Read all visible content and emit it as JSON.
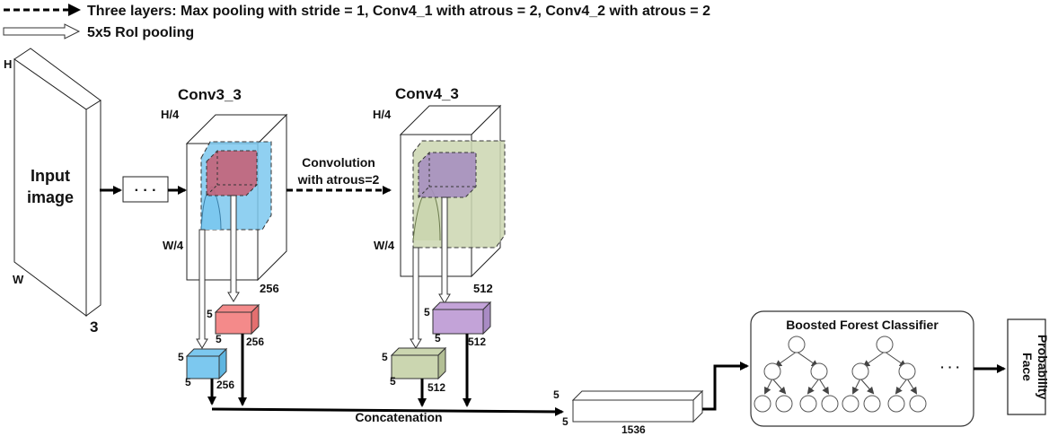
{
  "legend": {
    "dashed_text": "Three layers: Max pooling with stride = 1, Conv4_1 with atrous = 2, Conv4_2 with atrous = 2",
    "hollow_text": "5x5 RoI pooling"
  },
  "input": {
    "line1": "Input",
    "line2": "image",
    "h": "H",
    "w": "W",
    "depth": "3"
  },
  "ellipsis_box": {
    "text": "· · ·"
  },
  "conv3": {
    "title": "Conv3_3",
    "h": "H/4",
    "w": "W/4",
    "depth": "256"
  },
  "conv4": {
    "title": "Conv4_3",
    "h": "H/4",
    "w": "W/4",
    "depth": "512"
  },
  "atrous_label": {
    "line1": "Convolution",
    "line2": "with atrous=2"
  },
  "roi_red": {
    "side": "5",
    "bottom": "5",
    "depth": "256",
    "color": "#f48a8a"
  },
  "roi_blue": {
    "side": "5",
    "bottom": "5",
    "depth": "256",
    "color": "#7cc8ef"
  },
  "roi_purple": {
    "side": "5",
    "bottom": "5",
    "depth": "512",
    "color": "#c3a3d8"
  },
  "roi_green": {
    "side": "5",
    "bottom": "5",
    "depth": "512",
    "color": "#cbd6b0"
  },
  "concat": {
    "label": "Concatenation",
    "side": "5",
    "bottom": "5",
    "depth": "1536"
  },
  "classifier": {
    "title": "Boosted Forest Classifier",
    "ellipsis": "· · ·"
  },
  "output": {
    "line1": "Face",
    "line2": "Probability"
  }
}
